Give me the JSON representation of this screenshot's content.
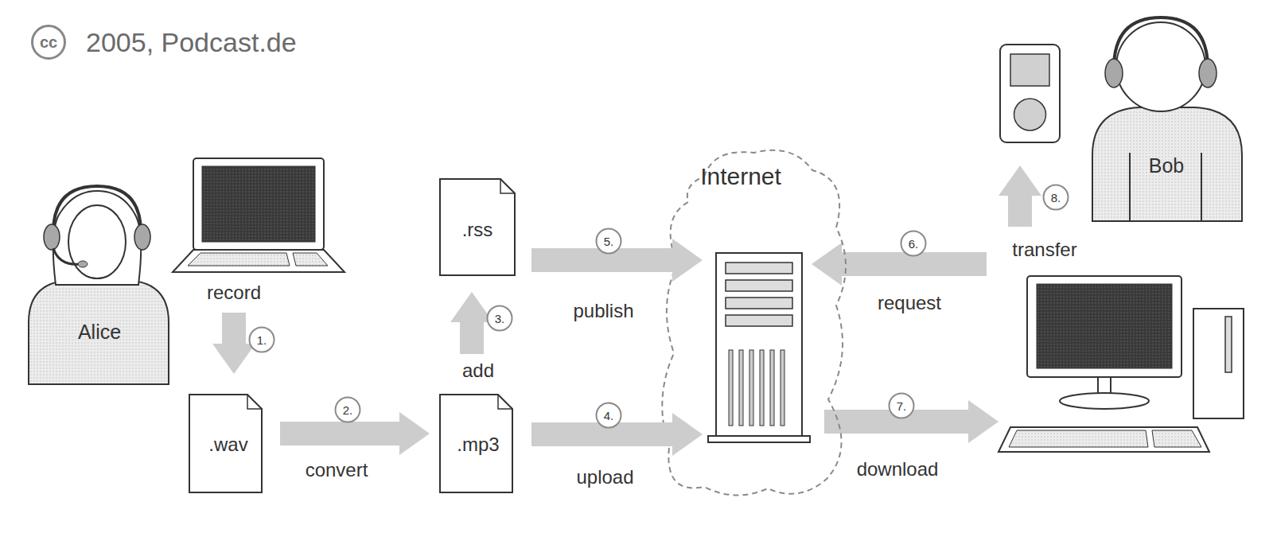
{
  "diagram": {
    "nodes": [
      {
        "text": [
          "Alice"
        ]
      },
      {
        "text": [
          ".wav"
        ]
      },
      {
        "text": [
          ".mp3"
        ]
      },
      {
        "text": [
          ".rss"
        ]
      },
      {
        "text": [
          "Internet"
        ]
      },
      {
        "text": [
          "Bob"
        ]
      }
    ],
    "edges": [
      {
        "from": 1,
        "to": 2,
        "arrow": "to",
        "label": "convert"
      },
      {
        "from": 2,
        "to": 3,
        "arrow": "to",
        "label": "add"
      },
      {
        "from": 3,
        "to": 4,
        "arrow": "to",
        "label": "publish"
      },
      {
        "from": 2,
        "to": 4,
        "arrow": "to",
        "label": "upload"
      }
    ],
    "labels": [
      "cc",
      "2005, Podcast.de",
      "record",
      "1.",
      "2.",
      "3.",
      "4.",
      "5.",
      "6.",
      "request",
      "7.",
      "download",
      "8.",
      "transfer"
    ]
  }
}
